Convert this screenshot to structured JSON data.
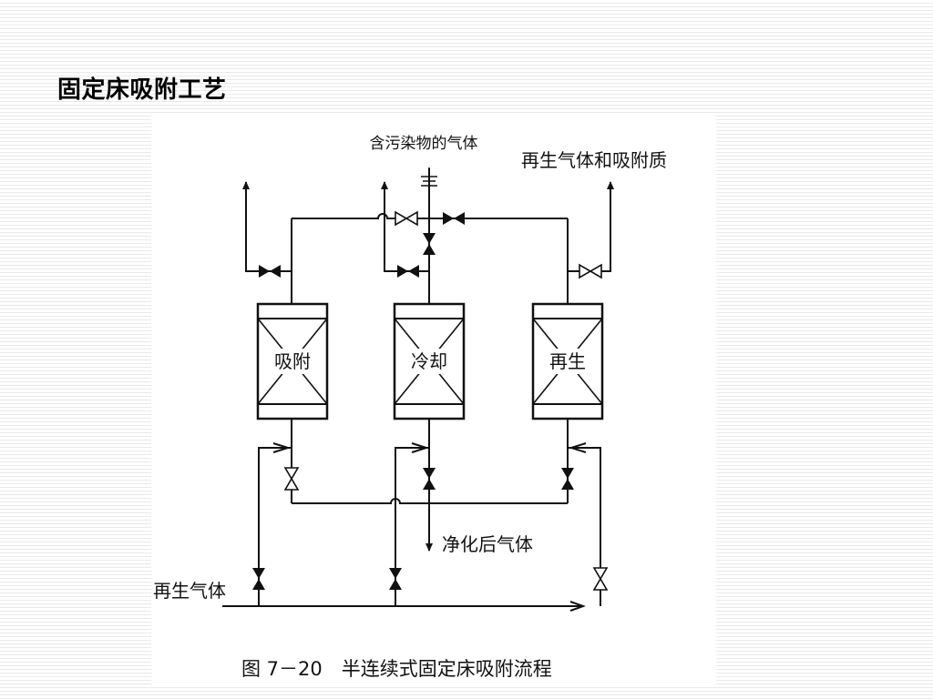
{
  "slide": {
    "title": "固定床吸附工艺"
  },
  "diagram": {
    "caption": "图 7－20　半连续式固定床吸附流程",
    "labels": {
      "inlet_gas": "含污染物的气体",
      "regen_out": "再生气体和吸附质",
      "purified_gas": "净化后气体",
      "regen_gas": "再生气体"
    },
    "beds": [
      {
        "label": "吸附"
      },
      {
        "label": "冷却"
      },
      {
        "label": "再生"
      }
    ]
  }
}
